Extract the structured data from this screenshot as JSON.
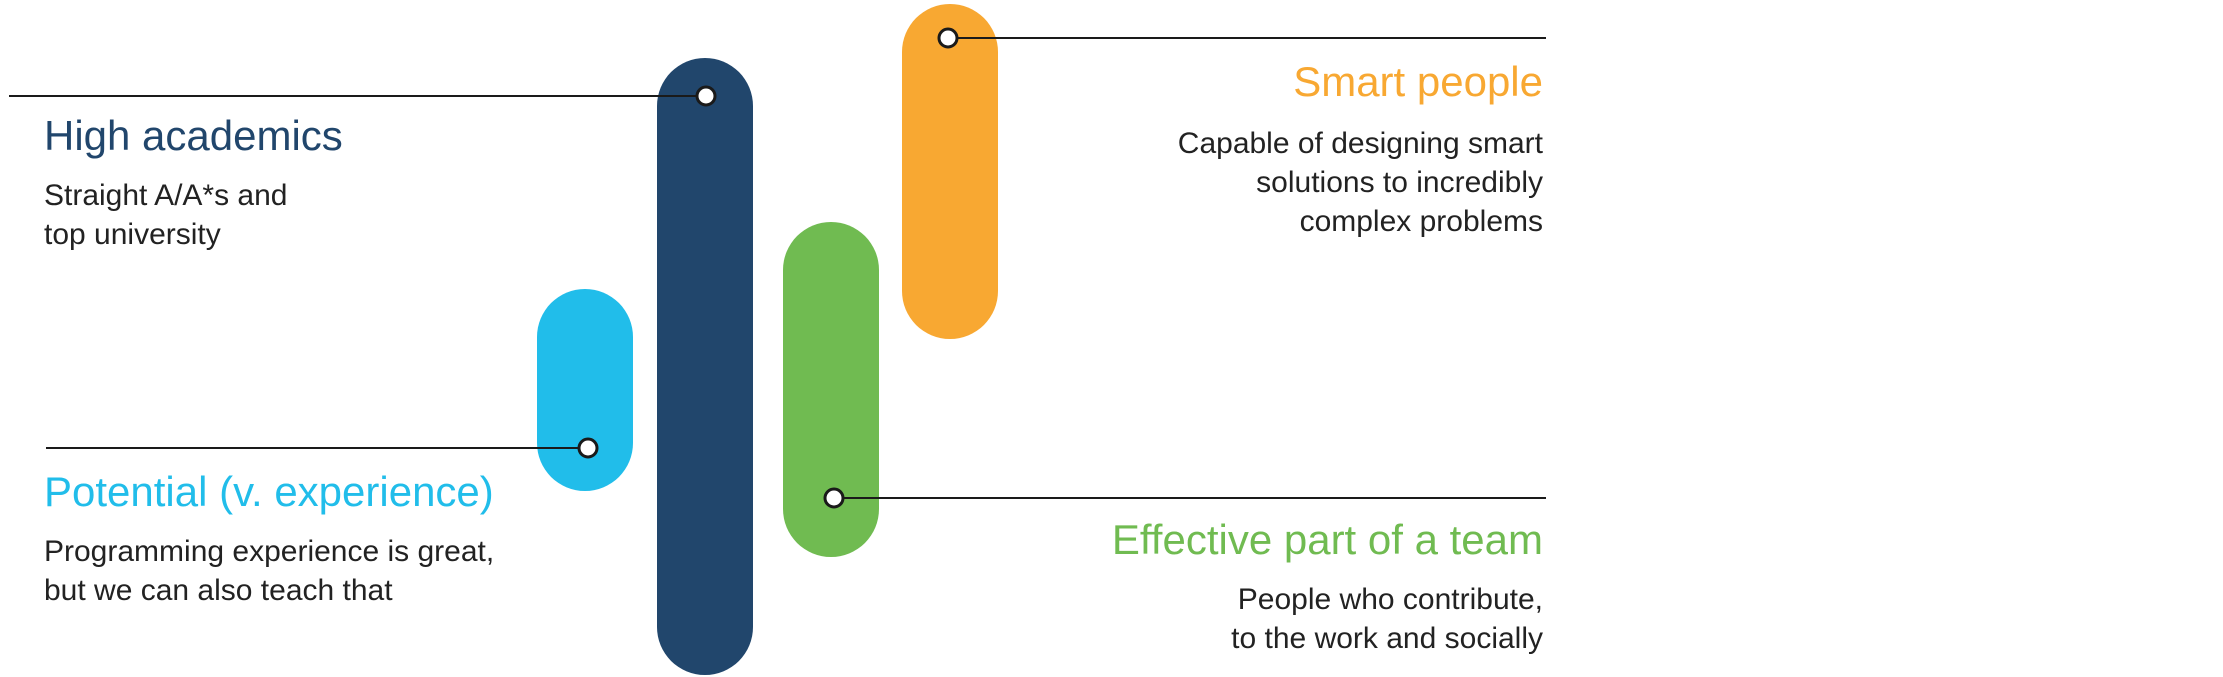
{
  "colors": {
    "navy": "#21466C",
    "cyan": "#21BDEA",
    "green": "#70BB51",
    "orange": "#F8A832",
    "line": "#1a1a1a",
    "text": "#222222"
  },
  "items": {
    "high_academics": {
      "title": "High academics",
      "line1": "Straight A/A*s and",
      "line2": "top university",
      "icon": "navy-pill-shape"
    },
    "potential": {
      "title": "Potential (v. experience)",
      "line1": "Programming experience is great,",
      "line2": "but we can also teach that",
      "icon": "cyan-pill-shape"
    },
    "smart_people": {
      "title": "Smart people",
      "line1": "Capable of designing smart",
      "line2": "solutions to incredibly",
      "line3": "complex problems",
      "icon": "orange-pill-shape"
    },
    "effective_team": {
      "title": "Effective part of a team",
      "line1": "People who contribute,",
      "line2": "to the work and socially",
      "icon": "green-pill-shape"
    }
  }
}
